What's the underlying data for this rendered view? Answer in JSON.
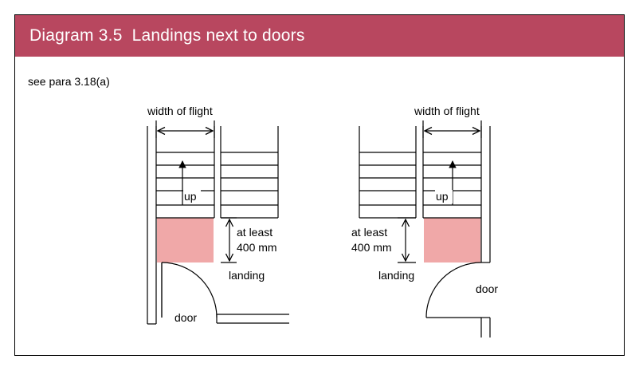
{
  "header": {
    "title": "Diagram 3.5  Landings next to doors",
    "bg_color": "#b8475f"
  },
  "reference": "see para 3.18(a)",
  "landing_color": "#f0a8a8",
  "left_plan": {
    "width_label": "width of flight",
    "direction_label": "up",
    "depth_label_line1": "at least",
    "depth_label_line2": "400 mm",
    "landing_label": "landing",
    "door_label": "door"
  },
  "right_plan": {
    "width_label": "width of flight",
    "direction_label": "up",
    "depth_label_line1": "at least",
    "depth_label_line2": "400 mm",
    "landing_label": "landing",
    "door_label": "door"
  }
}
